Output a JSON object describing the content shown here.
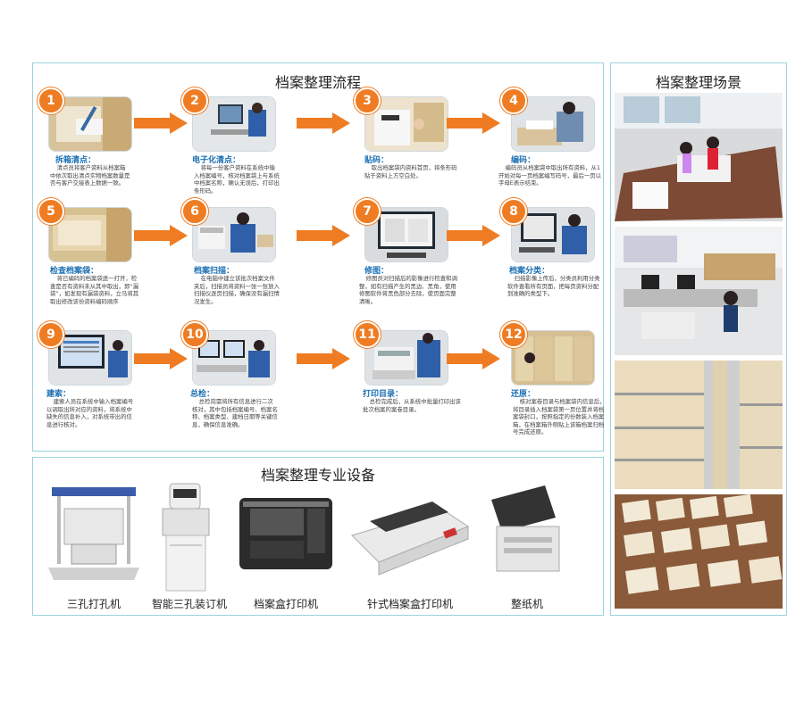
{
  "process": {
    "title": "档案整理流程",
    "steps": [
      {
        "num": "1",
        "title": "拆箱清点：",
        "desc": "清点员将客户资料从档案箱中依次取出清点实物档案数量是否与客户交接表上数据一致。"
      },
      {
        "num": "2",
        "title": "电子化清点：",
        "desc": "将每一份客户资料在系统中输入档案编号，核对档案袋上与系统中档案名称，确认无误后，打印出条形码。"
      },
      {
        "num": "3",
        "title": "贴码：",
        "desc": "取出档案袋内资料首页，将条形码贴于资料上方空白处。"
      },
      {
        "num": "4",
        "title": "编码：",
        "desc": "编码员从档案袋中取出所有资料，从1开始对每一页档案编写码号，最后一页以字母E表示结束。"
      },
      {
        "num": "5",
        "title": "检查档案袋：",
        "desc": "将已编码的档案袋逐一打开，检查是否有资料未从其中取出，即“漏袋”，如发现有漏袋资料，立马将其取出修改该份资料编码顺序"
      },
      {
        "num": "6",
        "title": "档案扫描：",
        "desc": "在电脑中建立该批次档案文件夹后，扫描员将资料一张一张放入扫描仪逐页扫描，确保没有漏扫情况发生。"
      },
      {
        "num": "7",
        "title": "修图：",
        "desc": "修图员对扫描后的影像进行检查和调整，如有扫描产生的黑边、黑角，使用修图软件将黑色部分去除，使页面完整清晰。"
      },
      {
        "num": "8",
        "title": "档案分类：",
        "desc": "扫描影像上传后，分类员利用分类软件查看所有页面，把每页资料分配到准确的类型下。"
      },
      {
        "num": "9",
        "title": "建索：",
        "desc": "建索人员在系统中输入档案编号以调取出所对应的资料，将系统中缺失的信息补入，对系统带出的信息进行核对。"
      },
      {
        "num": "10",
        "title": "总检：",
        "desc": "总检岗需将所有信息进行二次核对，其中包括档案编号、档案名称、档案类型、建档日期等关键信息，确保信息准确。"
      },
      {
        "num": "11",
        "title": "打印目录：",
        "desc": "总检完成后，从系统中批量打印出该批次档案的案卷目录。"
      },
      {
        "num": "12",
        "title": "还原：",
        "desc": "核对案卷目录与档案袋内信息后，将目录插入档案袋第一页位置并将档案袋封口，按照指定的份数装入档案箱，在档案箱外侧贴上该箱档案归档号完成还原。"
      }
    ]
  },
  "equipment": {
    "title": "档案整理专业设备",
    "items": [
      {
        "label": "三孔打孔机"
      },
      {
        "label": "智能三孔装订机"
      },
      {
        "label": "档案盒打印机"
      },
      {
        "label": "针式档案盒打印机"
      },
      {
        "label": "整纸机"
      }
    ]
  },
  "scene": {
    "title": "档案整理场景"
  },
  "colors": {
    "accent": "#ef7c22",
    "title_blue": "#1a6fb3",
    "border": "#9bd3df"
  }
}
